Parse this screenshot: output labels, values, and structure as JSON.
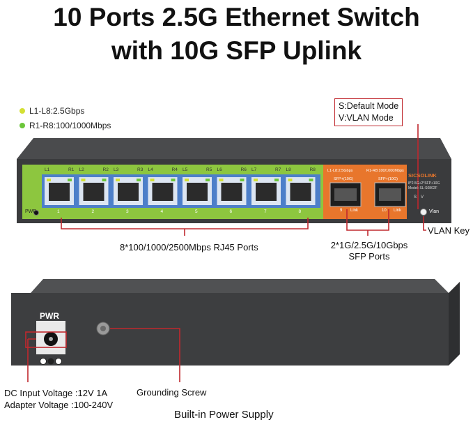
{
  "title": {
    "line1": "10 Ports 2.5G Ethernet Switch",
    "line2": "with 10G SFP Uplink"
  },
  "legend": [
    {
      "label": "L1-L8:2.5Gbps",
      "color": "#d4e034"
    },
    {
      "label": "R1-R8:100/1000Mbps",
      "color": "#6cc63a"
    }
  ],
  "mode_box": {
    "line1": "S:Default Mode",
    "line2": "V:VLAN Mode"
  },
  "front_panel": {
    "pwr": "PWR",
    "port_labels_top": [
      "L1",
      "R1",
      "L2",
      "R2",
      "L3",
      "R3",
      "L4",
      "R4",
      "L5",
      "R5",
      "L6",
      "R6",
      "L7",
      "R7",
      "L8",
      "R8"
    ],
    "port_numbers": [
      "1",
      "2",
      "3",
      "4",
      "5",
      "6",
      "7",
      "8"
    ],
    "sfp_legend_left": "L1-L8:2.5Gbps",
    "sfp_legend_right": "R1-R8:100/1000Mbps",
    "sfp_labels": [
      "SFP+(10G)",
      "SFP+(10G)"
    ],
    "sfp_numbers": [
      "9",
      "10"
    ],
    "sfp_link": "Link",
    "brand": "SICSOLINK",
    "model_line1": "8*2.5G+2*SFP+10G",
    "model_line2": "Model: SL-S0802F",
    "sv_s": "S",
    "sv_v": "V",
    "vlan": "Vlan"
  },
  "callouts": {
    "rj45": "8*100/1000/2500Mbps RJ45 Ports",
    "sfp_line1": "2*1G/2.5G/10Gbps",
    "sfp_line2": "SFP Ports",
    "vlan_key": "VLAN Key",
    "dc_line1": "DC Input Voltage :12V 1A",
    "dc_line2": "Adapter Voltage :100-240V",
    "ground": "Grounding Screw",
    "power_supply": "Built-in Power Supply"
  },
  "back_panel": {
    "pwr": "PWR"
  },
  "colors": {
    "accent_red": "#c0282e",
    "green_panel": "#8dc63f",
    "orange_panel": "#e8762c",
    "chassis": "#3c3d3f"
  }
}
